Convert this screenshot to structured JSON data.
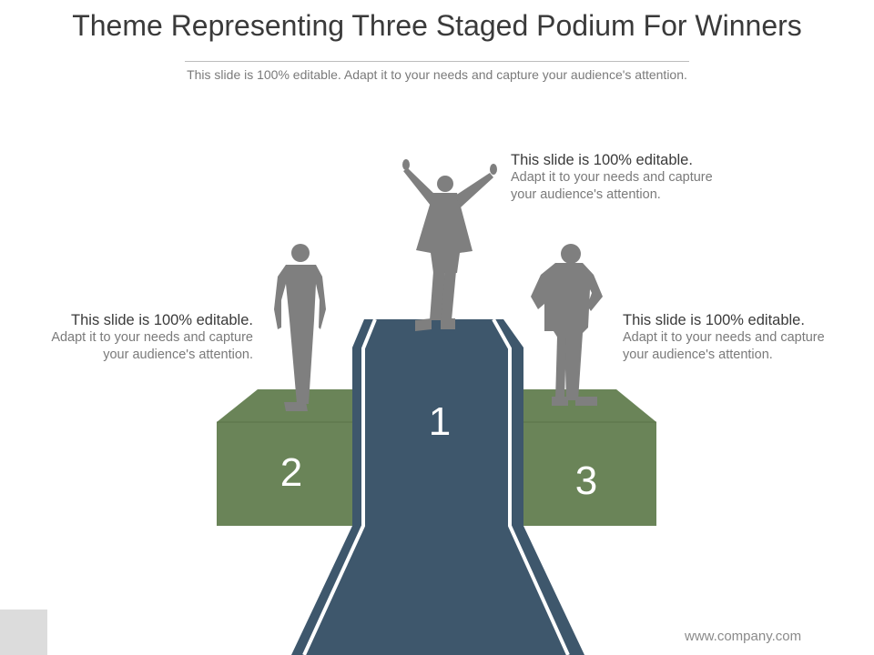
{
  "slide": {
    "title": "Theme Representing Three Staged Podium For Winners",
    "subtitle": "This slide is 100% editable. Adapt it to your needs and capture your audience's attention."
  },
  "podium": {
    "places": [
      {
        "rank": "1",
        "color": "#3e576c"
      },
      {
        "rank": "2",
        "color": "#6a8458"
      },
      {
        "rank": "3",
        "color": "#6a8458"
      }
    ],
    "figure_color": "#7f7f7f"
  },
  "callouts": {
    "first": {
      "heading": "This slide is 100% editable.",
      "body": "Adapt it to your needs and capture your audience's attention."
    },
    "second": {
      "heading": "This slide is 100% editable.",
      "body": "Adapt it to your needs and capture your audience's attention."
    },
    "third": {
      "heading": "This slide is 100% editable.",
      "body": "Adapt it to your needs and capture your audience's attention."
    }
  },
  "footer": {
    "url": "www.company.com"
  }
}
